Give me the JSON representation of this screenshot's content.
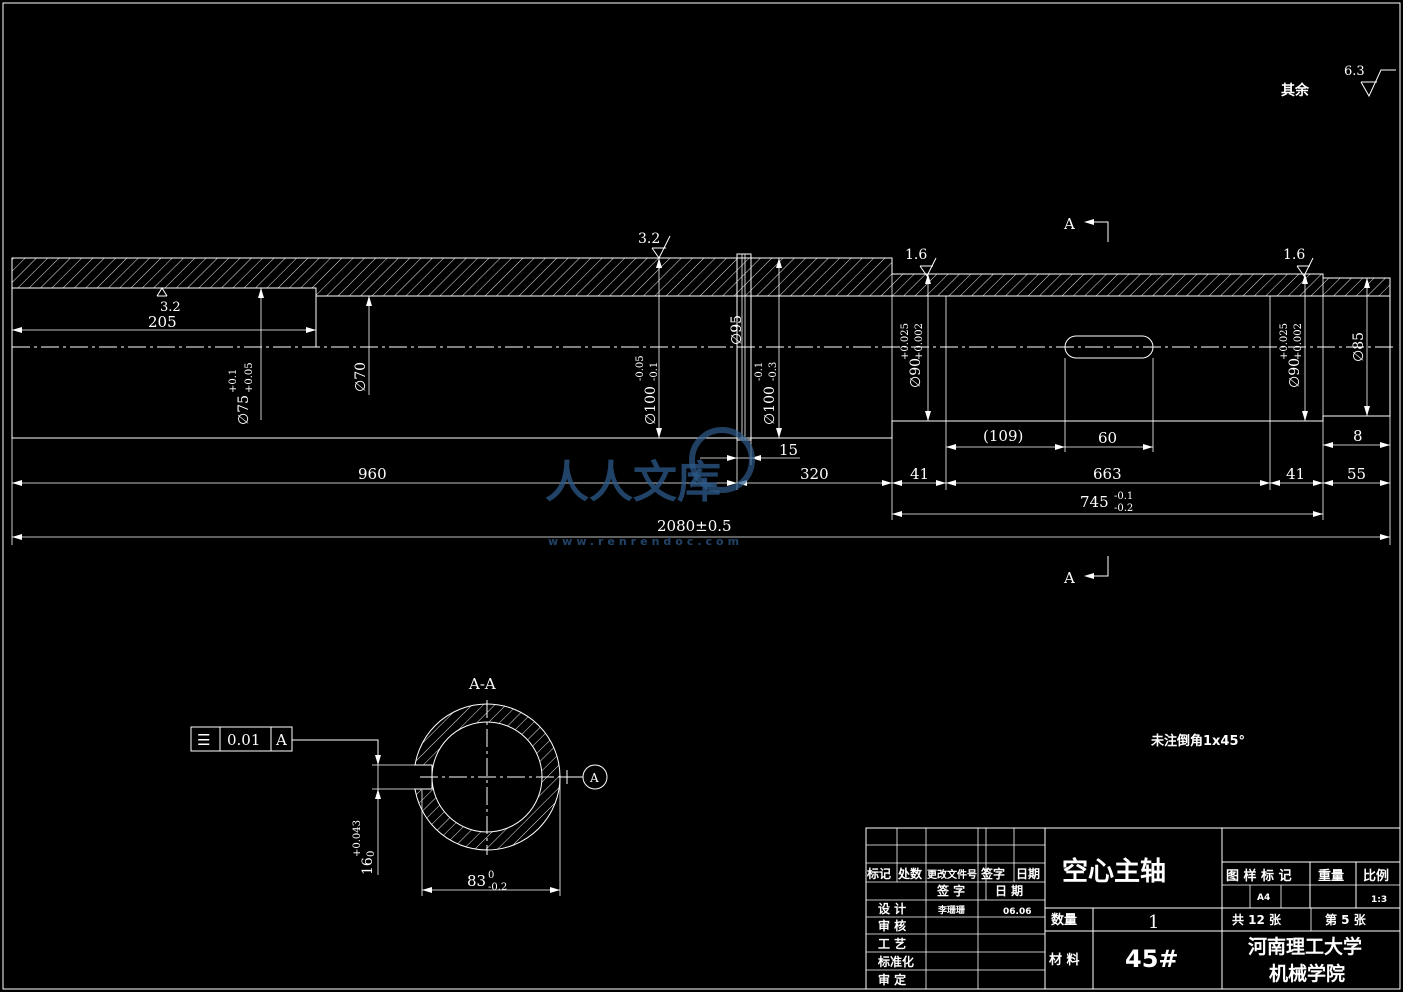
{
  "drawing": {
    "surface_note": {
      "label": "其余",
      "value": "6.3"
    },
    "roughness": {
      "r32_top": "3.2",
      "r32_bore": "3.2",
      "r16_left": "1.6",
      "r16_right": "1.6"
    },
    "section_marks": {
      "top": "A",
      "bottom": "A",
      "view_label": "A-A",
      "datum": "A"
    },
    "dims": {
      "d205": "205",
      "d75": "∅75",
      "d75_tol_up": "+0.1",
      "d75_tol_lo": "+0.05",
      "d70": "∅70",
      "d100a": "∅100",
      "d100a_tol_up": "-0.05",
      "d100a_tol_lo": "-0.1",
      "d95": "∅95",
      "d100b": "∅100",
      "d100b_tol_up": "-0.1",
      "d100b_tol_lo": "-0.3",
      "d15": "15",
      "d960": "960",
      "d320": "320",
      "d90a": "∅90",
      "d90a_tol_up": "+0.025",
      "d90a_tol_lo": "+0.002",
      "d90b": "∅90",
      "d90b_tol_up": "+0.025",
      "d90b_tol_lo": "+0.002",
      "d85": "∅85",
      "d109": "(109)",
      "d60": "60",
      "d8": "8",
      "d41a": "41",
      "d663": "663",
      "d41b": "41",
      "d55": "55",
      "d745": "745",
      "d745_tol_up": "-0.1",
      "d745_tol_lo": "-0.2",
      "d2080": "2080±0.5",
      "d83": "83",
      "d83_tol_up": "0",
      "d83_tol_lo": "-0.2",
      "d16": "16",
      "d16_tol_up": "+0.043",
      "d16_tol_lo": "0"
    },
    "tolerance_frame": {
      "symbol": "☰",
      "value": "0.01",
      "datum": "A"
    },
    "chamfer_note": "未注倒角1x45°"
  },
  "title_block": {
    "part_name": "空心主轴",
    "headers": [
      "标记",
      "处数",
      "更改文件号",
      "签字",
      "日期"
    ],
    "sign_row": [
      "签  字",
      "日  期"
    ],
    "roles": [
      "设  计",
      "审  核",
      "工  艺",
      "标准化",
      "审  定"
    ],
    "designer": "李珊珊",
    "design_date": "06.06",
    "qty_label": "数量",
    "qty_value": "1",
    "material_label": "材  料",
    "material_value": "45#",
    "col_headers": [
      "图 样 标 记",
      "重量",
      "比例"
    ],
    "size": "A4",
    "scale": "1:3",
    "sheets_total": "共  12  张",
    "sheet_no": "第  5  张",
    "school": "河南理工大学",
    "dept": "机械学院"
  },
  "watermark": {
    "text": "人人文库",
    "url": "www.renrendoc.com"
  }
}
